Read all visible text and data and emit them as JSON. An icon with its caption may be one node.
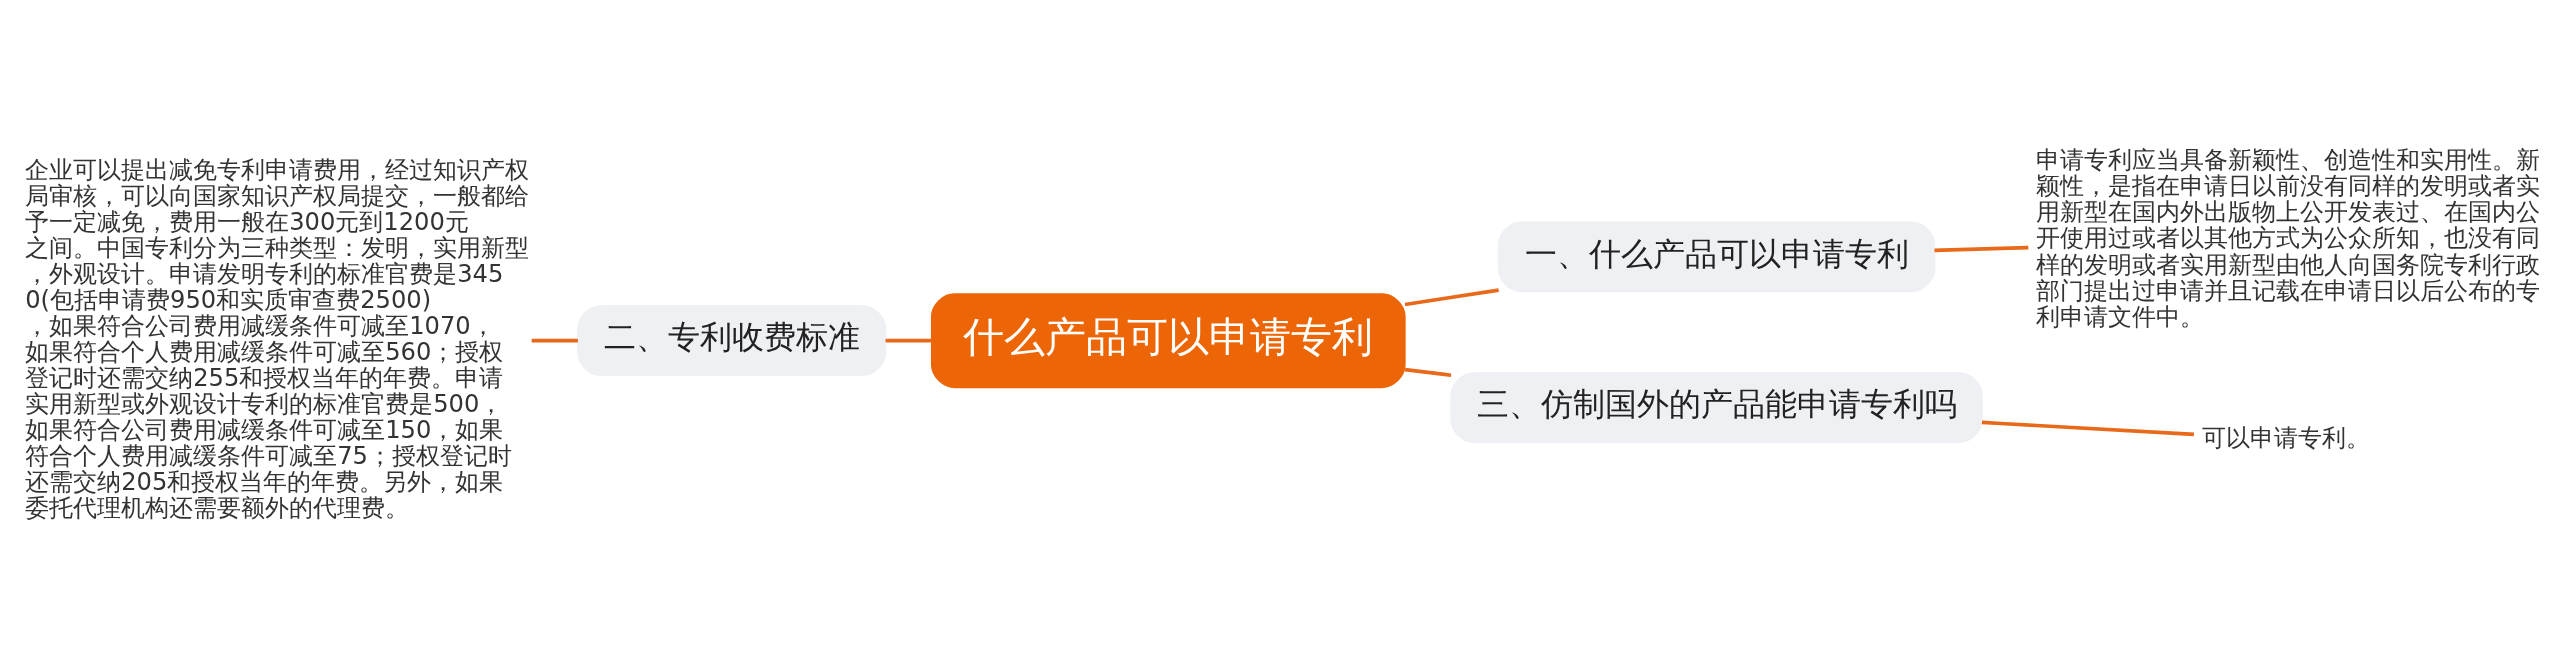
{
  "diagram": {
    "nodes": [
      {
        "text": [
          "什么产品可以申请专利"
        ]
      },
      {
        "text": [
          "一、什么产品可以申请专利"
        ]
      },
      {
        "text": [
          "申请专利应当具备新颖性、创造性和实用性。新颖性，是指在申请日以前没有同样的发明或者实用新型在国内外出版物上公开发表过、在国内公开使用过或者以其他方式为公众所知，也没有同样的发明或者实用新型由他人向国务院专利行政部门提出过申请并且记载在申请日以后公布的专利申请文件中。"
        ]
      },
      {
        "text": [
          "三、仿制国外的产品能申请专利吗"
        ]
      },
      {
        "text": [
          "可以申请专利。"
        ]
      },
      {
        "text": [
          "二、专利收费标准"
        ]
      },
      {
        "text": [
          "企业可以提出减免专利申请费用，经过知识产权局审核，可以向国家知识产权局提交，一般都给予一定减免，费用一般在300元到1200元之间。中国专利分为三种类型：发明，实用新型，外观设计。申请发明专利的标准官费是3450(包括申请费950和实质审查费2500)，如果符合公司费用减缓条件可减至1070，如果符合个人费用减缓条件可减至560；授权登记时还需交纳255和授权当年的年费。申请实用新型或外观设计专利的标准官费是500，如果符合公司费用减缓条件可减至150，如果符合个人费用减缓条件可减至75；授权登记时还需交纳205和授权当年的年费。另外，如果委托代理机构还需要额外的代理费。"
        ]
      }
    ],
    "edges": [
      {
        "from": 0,
        "to": 1,
        "arrow": "none"
      },
      {
        "from": 1,
        "to": 2,
        "arrow": "none"
      },
      {
        "from": 0,
        "to": 3,
        "arrow": "none"
      },
      {
        "from": 3,
        "to": 4,
        "arrow": "none"
      },
      {
        "from": 0,
        "to": 5,
        "arrow": "none"
      },
      {
        "from": 5,
        "to": 6,
        "arrow": "none"
      }
    ]
  }
}
